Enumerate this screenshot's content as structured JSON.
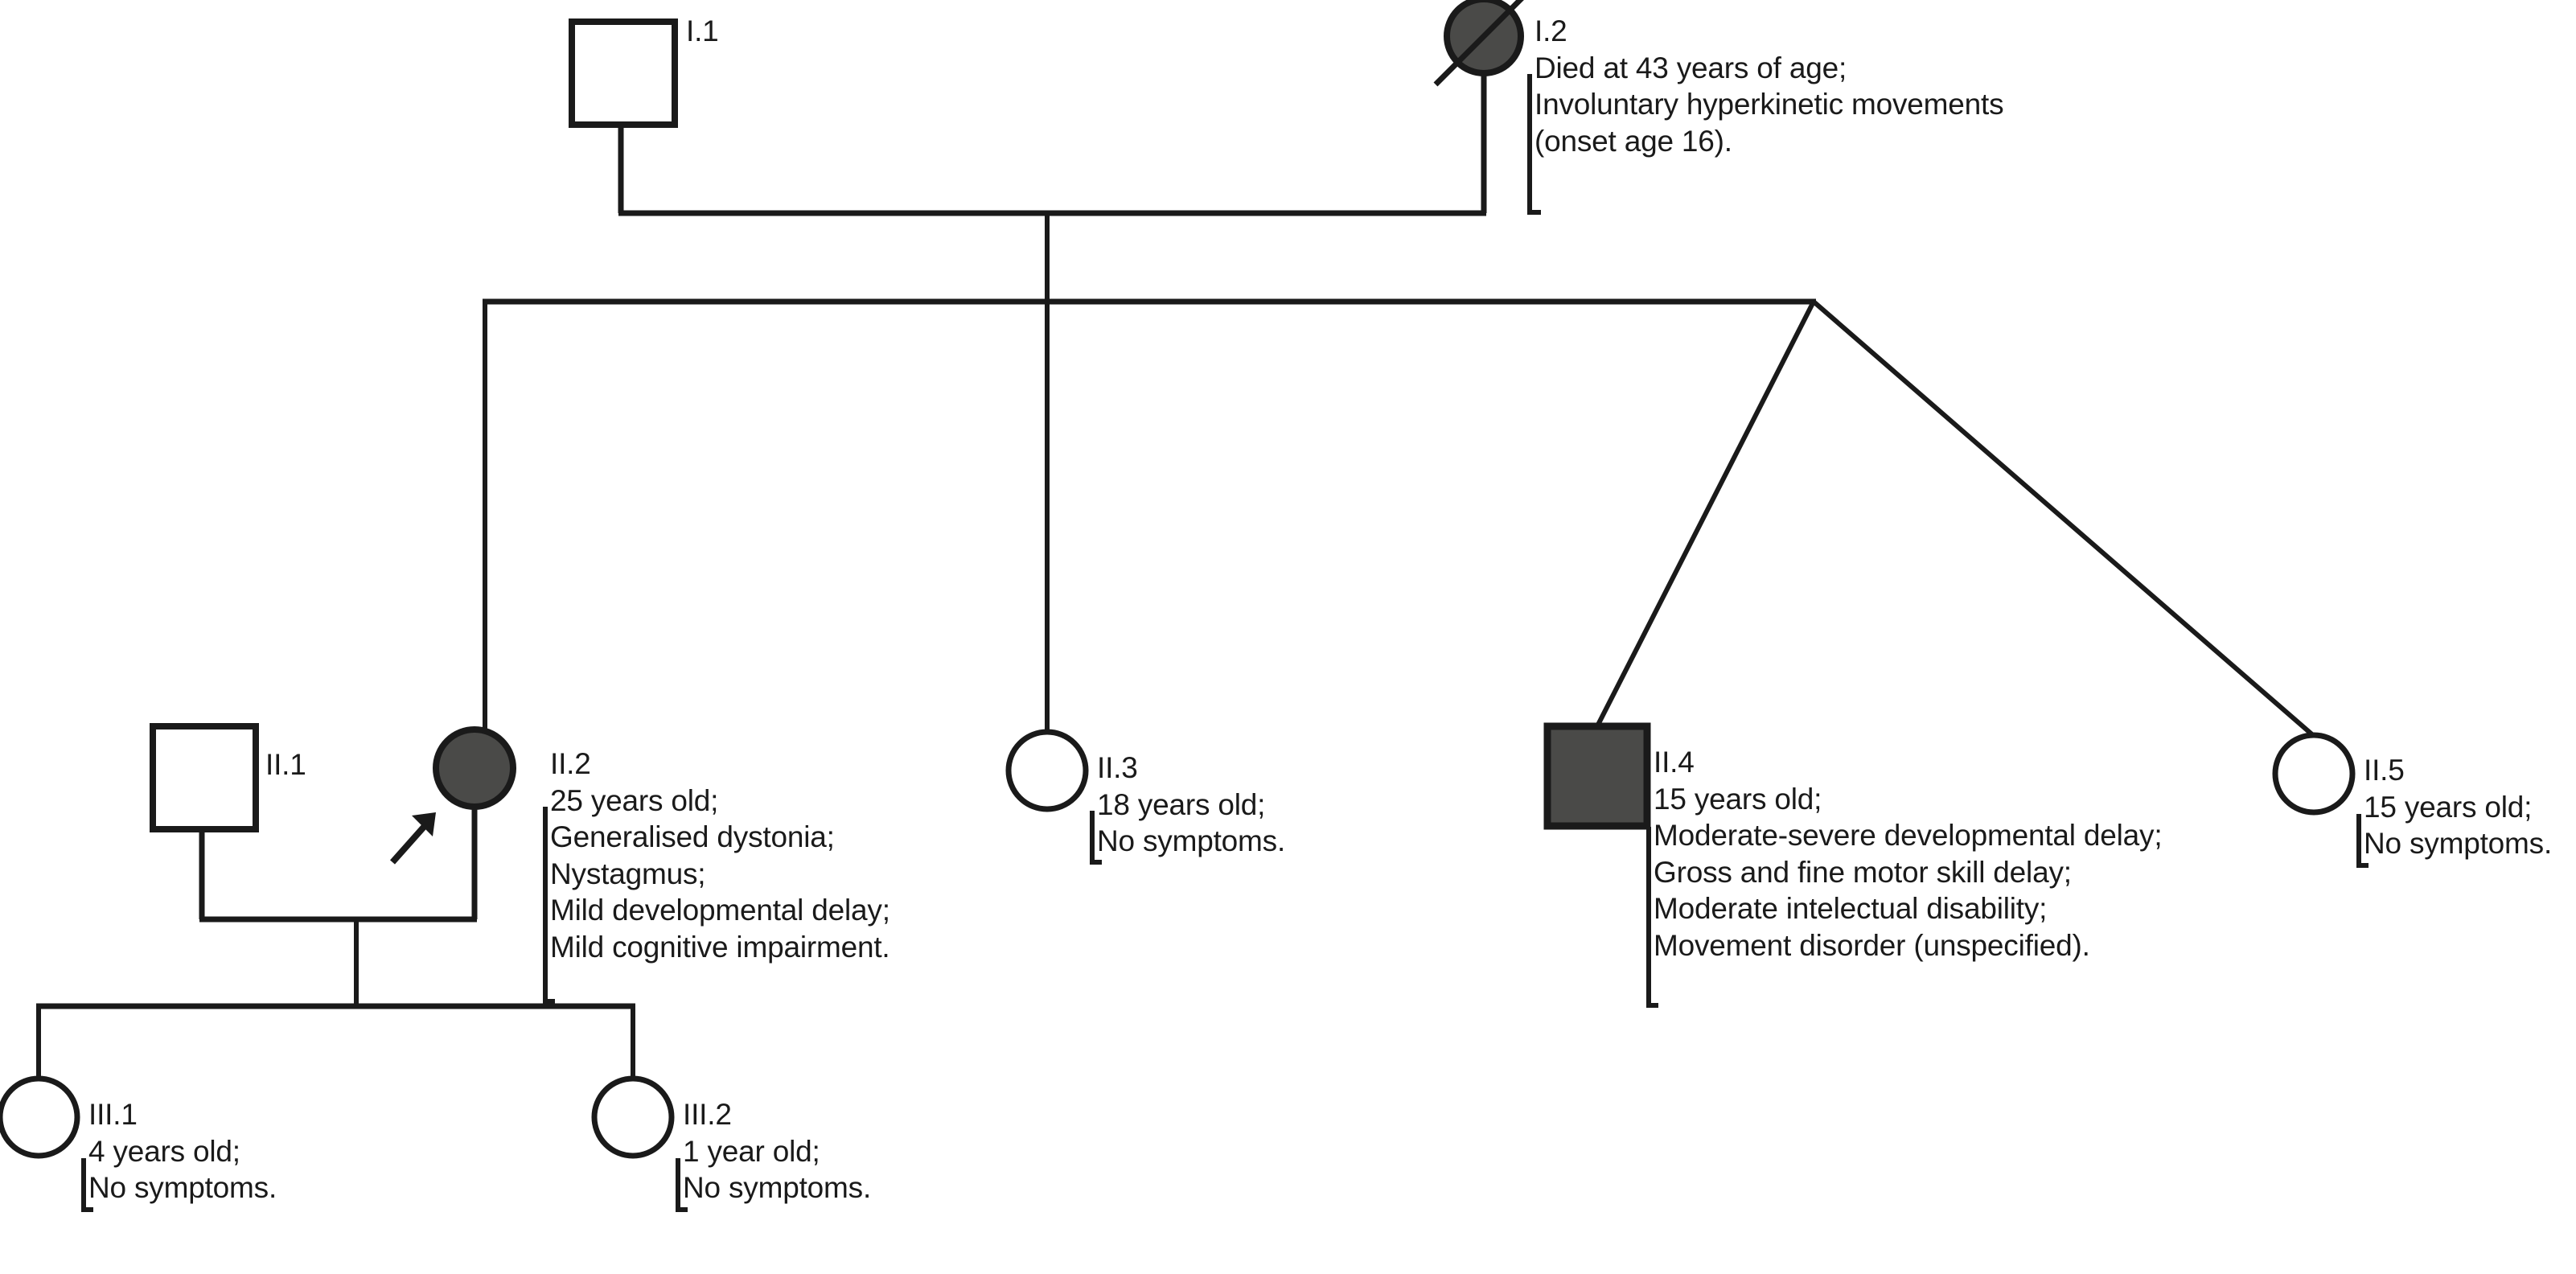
{
  "figure": {
    "type": "pedigree-chart",
    "generations": [
      "I",
      "II",
      "III"
    ],
    "colors": {
      "affected_fill": "#4a4a48",
      "unaffected_fill": "#ffffff",
      "stroke": "#1a1a1a",
      "text": "#1a1a1a",
      "background": "#ffffff"
    }
  },
  "individuals": [
    {
      "id": "I.1",
      "sex": "male",
      "shape": "square",
      "affected": false,
      "deceased": false,
      "proband": false,
      "lines": []
    },
    {
      "id": "I.2",
      "sex": "female",
      "shape": "circle",
      "affected": true,
      "deceased": true,
      "proband": false,
      "lines": [
        "Died at 43 years of age;",
        "Involuntary hyperkinetic movements",
        "(onset age 16)."
      ]
    },
    {
      "id": "II.1",
      "sex": "male",
      "shape": "square",
      "affected": false,
      "deceased": false,
      "proband": false,
      "lines": []
    },
    {
      "id": "II.2",
      "sex": "female",
      "shape": "circle",
      "affected": true,
      "deceased": false,
      "proband": true,
      "lines": [
        "25 years old;",
        "Generalised dystonia;",
        "Nystagmus;",
        "Mild developmental delay;",
        "Mild cognitive impairment."
      ]
    },
    {
      "id": "II.3",
      "sex": "female",
      "shape": "circle",
      "affected": false,
      "deceased": false,
      "proband": false,
      "lines": [
        "18 years old;",
        "No symptoms."
      ]
    },
    {
      "id": "II.4",
      "sex": "male",
      "shape": "square",
      "affected": true,
      "deceased": false,
      "proband": false,
      "lines": [
        "15 years old;",
        "Moderate-severe developmental delay;",
        "Gross and fine motor skill delay;",
        "Moderate intelectual disability;",
        "Movement disorder (unspecified)."
      ]
    },
    {
      "id": "II.5",
      "sex": "female",
      "shape": "circle",
      "affected": false,
      "deceased": false,
      "proband": false,
      "lines": [
        "15 years old;",
        "No symptoms."
      ]
    },
    {
      "id": "III.1",
      "sex": "female",
      "shape": "circle",
      "affected": false,
      "deceased": false,
      "proband": false,
      "lines": [
        "4 years old;",
        "No symptoms."
      ]
    },
    {
      "id": "III.2",
      "sex": "female",
      "shape": "circle",
      "affected": false,
      "deceased": false,
      "proband": false,
      "lines": [
        "1 year old;",
        "No symptoms."
      ]
    }
  ]
}
